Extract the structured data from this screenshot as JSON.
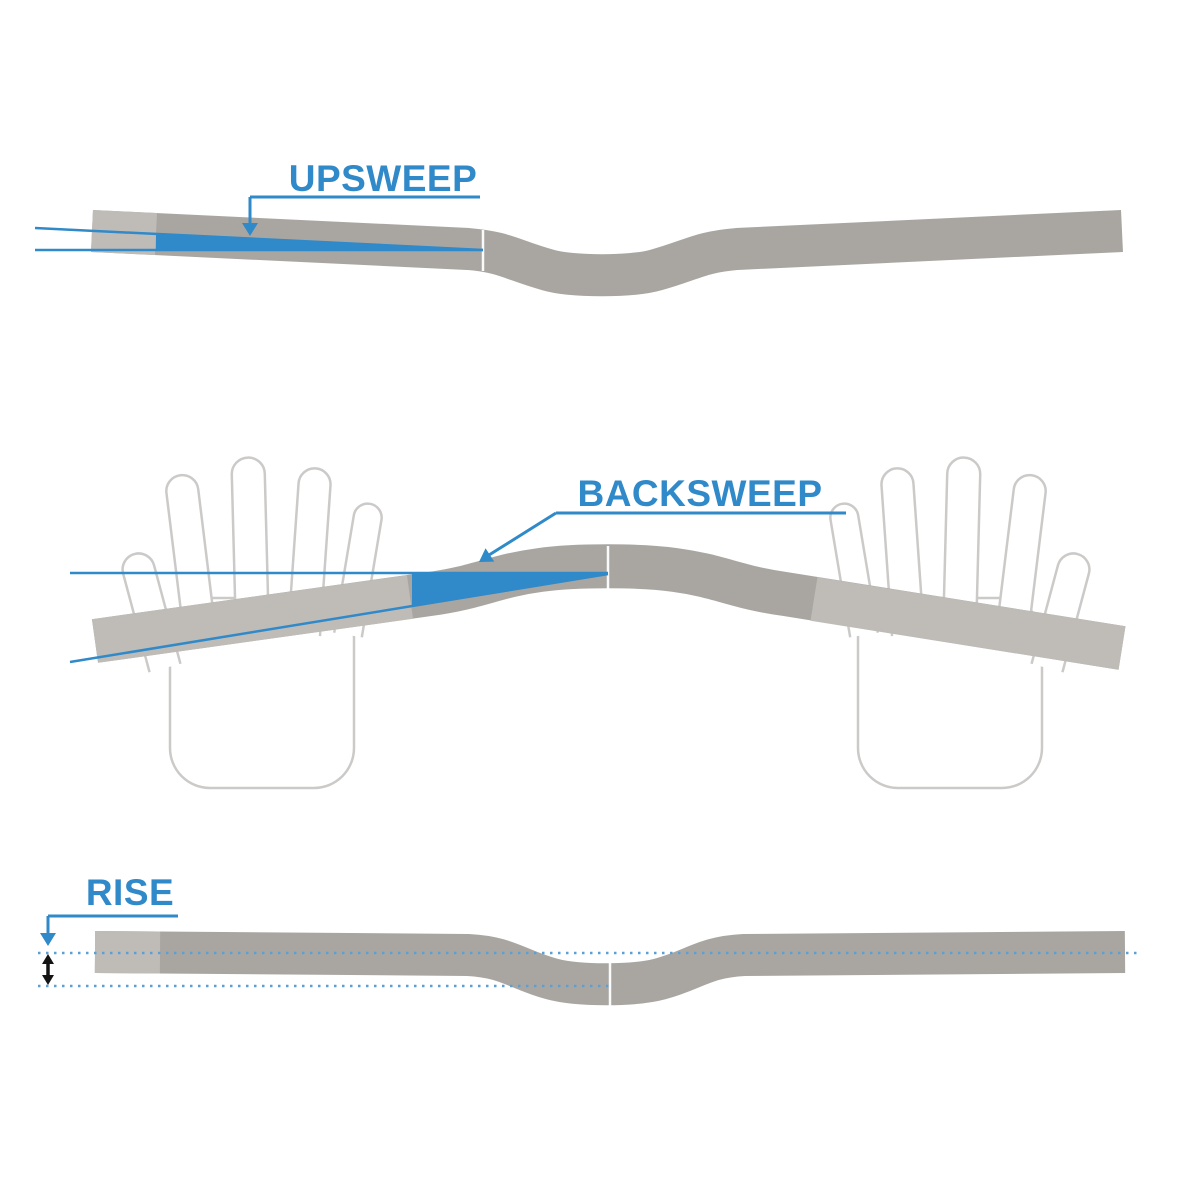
{
  "labels": {
    "upsweep": "UPSWEEP",
    "backsweep": "BACKSWEEP",
    "rise": "RISE"
  },
  "icons": {
    "leader_arrow": "triangle-arrowhead",
    "measure_arrow": "double-headed-vertical-arrow"
  },
  "colors": {
    "background": "#ffffff",
    "accent_blue": "#3089c8",
    "bar_gray": "#a9a6a2",
    "bar_grip_gray": "#bfbcb8",
    "hand_outline_gray": "#cccac8",
    "hand_fill": "#ffffff",
    "dotted_line_blue": "#5e9fd3",
    "measure_arrow_black": "#141414",
    "seam_white": "#ffffff"
  }
}
